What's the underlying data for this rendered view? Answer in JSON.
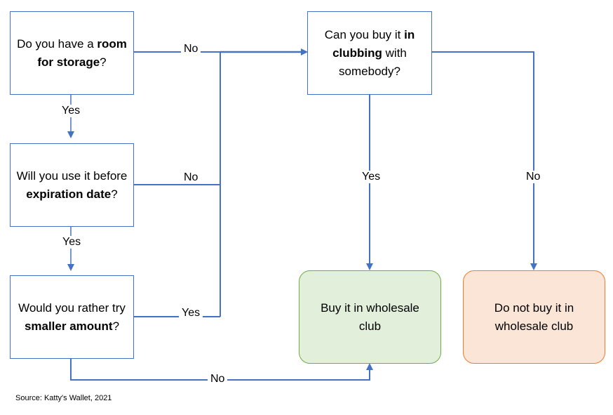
{
  "colors": {
    "line": "#4472c4",
    "box_border": "#4472c4",
    "buy_fill": "#e2efda",
    "buy_border": "#70ad47",
    "nobuy_fill": "#fbe5d6",
    "nobuy_border": "#ed7d31"
  },
  "nodes": {
    "q1": {
      "pre": "Do you have a ",
      "bold": "room for storage",
      "post": "?"
    },
    "q2": {
      "pre": "Will you use it before ",
      "bold": "expiration date",
      "post": "?"
    },
    "q3": {
      "pre": "Would you rather try ",
      "bold": "smaller amount",
      "post": "?"
    },
    "q4": {
      "pre": "Can you buy it ",
      "bold": "in clubbing",
      "post": " with somebody?"
    },
    "buy": {
      "text": "Buy it in wholesale club"
    },
    "nobuy": {
      "text": "Do not buy it in wholesale club"
    }
  },
  "edges": {
    "q1_no": "No",
    "q1_yes": "Yes",
    "q2_no": "No",
    "q2_yes": "Yes",
    "q3_yes": "Yes",
    "q3_no": "No",
    "q4_yes": "Yes",
    "q4_no": "No"
  },
  "source": "Source: Katty's Wallet, 2021"
}
